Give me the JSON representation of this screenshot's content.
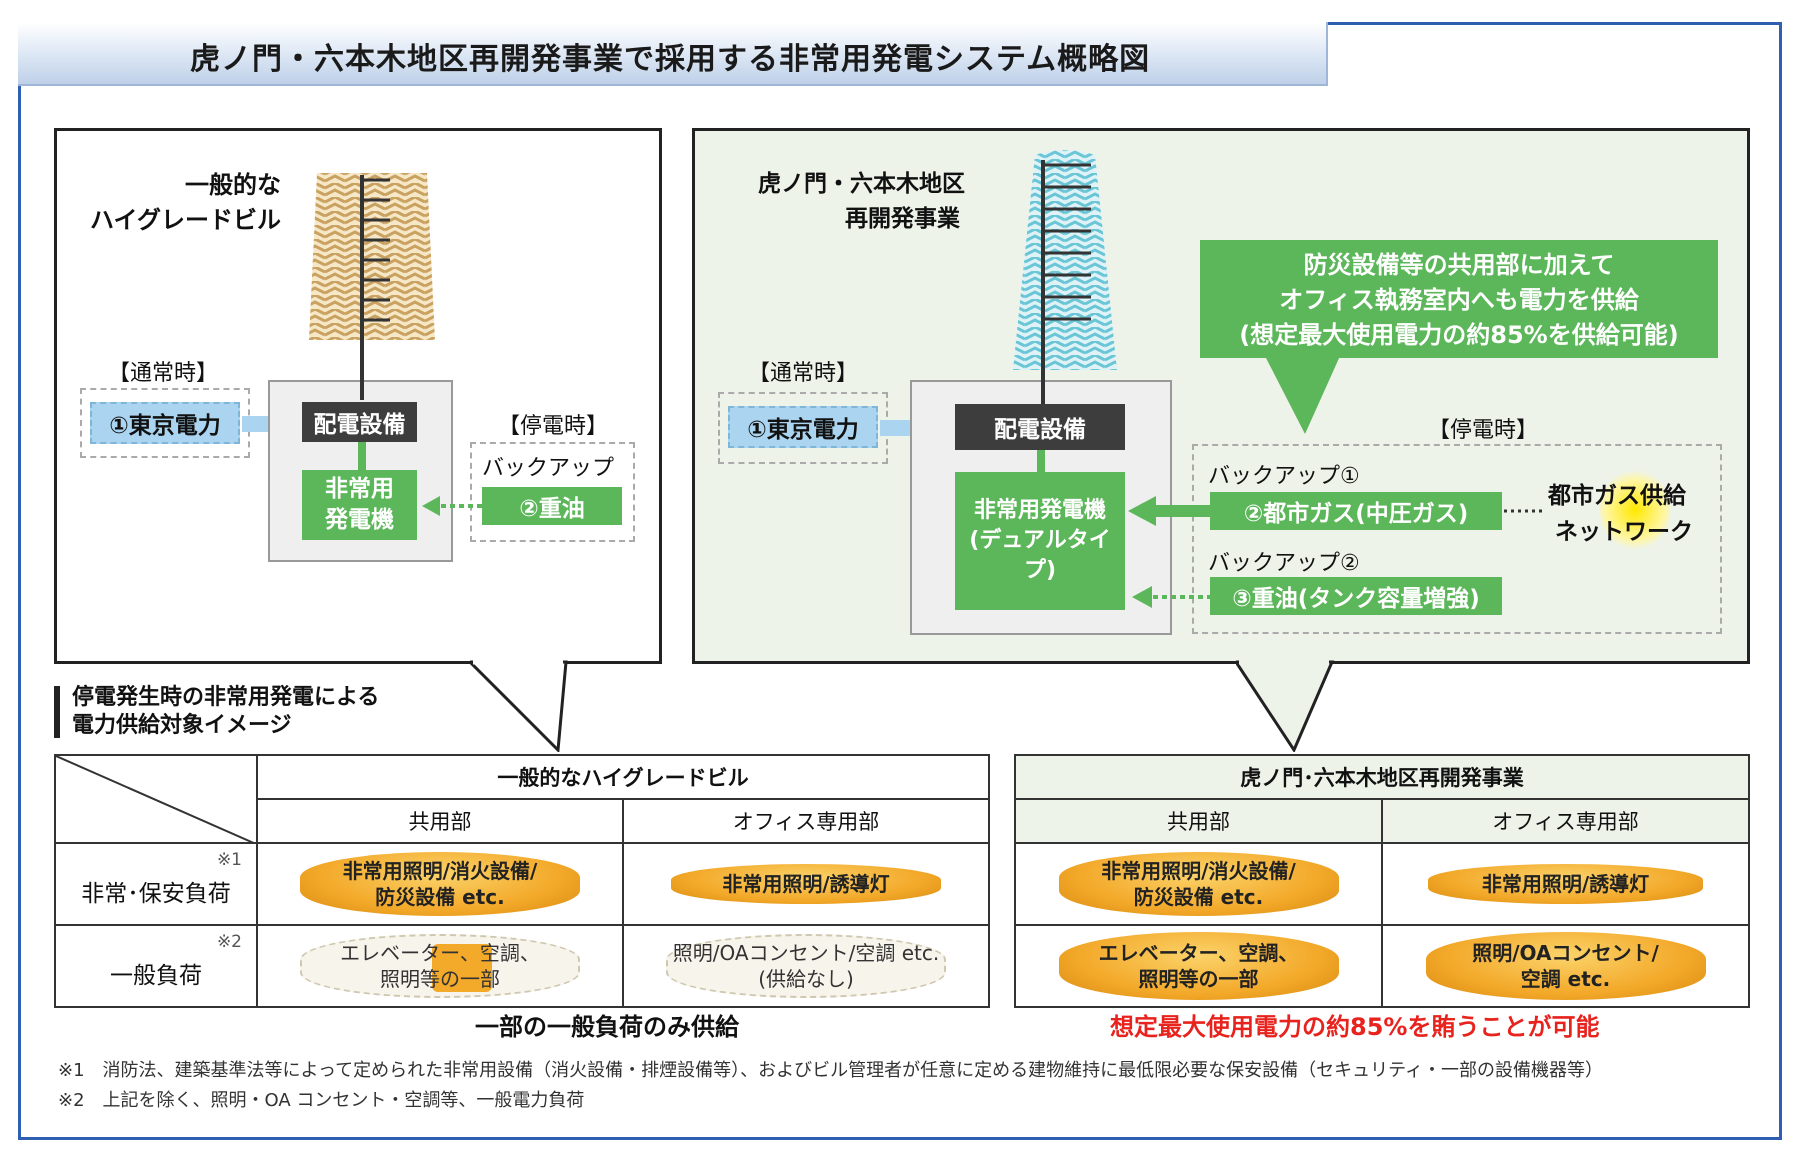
{
  "title": "虎ノ門・六本木地区再開発事業で採用する非常用発電システム概略図",
  "left_panel": {
    "building_label_line1": "一般的な",
    "building_label_line2": "ハイグレードビル",
    "normal_label": "【通常時】",
    "power_source": "①東京電力",
    "distribution": "配電設備",
    "generator_line1": "非常用",
    "generator_line2": "発電機",
    "outage_label": "【停電時】",
    "backup_label": "バックアップ",
    "fuel": "②重油"
  },
  "right_panel": {
    "building_label_line1": "虎ノ門・六本木地区",
    "building_label_line2": "再開発事業",
    "callout_line1": "防災設備等の共用部に加えて",
    "callout_line2": "オフィス執務室内へも電力を供給",
    "callout_line3": "(想定最大使用電力の約85%を供給可能)",
    "normal_label": "【通常時】",
    "power_source": "①東京電力",
    "distribution": "配電設備",
    "generator_line1": "非常用発電機",
    "generator_line2": "(デュアルタイプ)",
    "outage_label": "【停電時】",
    "backup1_label": "バックアップ①",
    "fuel1": "②都市ガス(中圧ガス)",
    "gas_network_line1": "都市ガス供給",
    "gas_network_line2": "ネットワーク",
    "backup2_label": "バックアップ②",
    "fuel2": "③重油(タンク容量増強)"
  },
  "supply_heading_line1": "停電発生時の非常用発電による",
  "supply_heading_line2": "電力供給対象イメージ",
  "left_table": {
    "header": "一般的なハイグレードビル",
    "col1": "共用部",
    "col2": "オフィス専用部",
    "row1_note": "※1",
    "row1_label": "非常･保安負荷",
    "row2_note": "※2",
    "row2_label": "一般負荷",
    "r1c1_line1": "非常用照明/消火設備/",
    "r1c1_line2": "防災設備 etc.",
    "r1c2": "非常用照明/誘導灯",
    "r2c1_line1": "エレベーター、空調、",
    "r2c1_line2": "照明等の一部",
    "r2c2_line1": "照明/OAコンセント/空調 etc.",
    "r2c2_line2": "(供給なし)",
    "caption": "一部の一般負荷のみ供給"
  },
  "right_table": {
    "header": "虎ノ門･六本木地区再開発事業",
    "col1": "共用部",
    "col2": "オフィス専用部",
    "r1c1_line1": "非常用照明/消火設備/",
    "r1c1_line2": "防災設備 etc.",
    "r1c2": "非常用照明/誘導灯",
    "r2c1_line1": "エレベーター、空調、",
    "r2c1_line2": "照明等の一部",
    "r2c2_line1": "照明/OAコンセント/",
    "r2c2_line2": "空調 etc.",
    "caption": "想定最大使用電力の約85%を賄うことが可能"
  },
  "footnote1": "※1　消防法、建築基準法等によって定められた非常用設備（消火設備・排煙設備等）、およびビル管理者が任意に定める建物維持に最低限必要な保安設備（セキュリティ・一部の設備機器等）",
  "footnote2": "※2　上記を除く、照明・OA コンセント・空調等、一般電力負荷",
  "colors": {
    "green": "#5cb65a",
    "orange": "#f3a92a",
    "blue": "#aad4ef",
    "red": "#e8231e",
    "frame": "#2f5fb0"
  }
}
